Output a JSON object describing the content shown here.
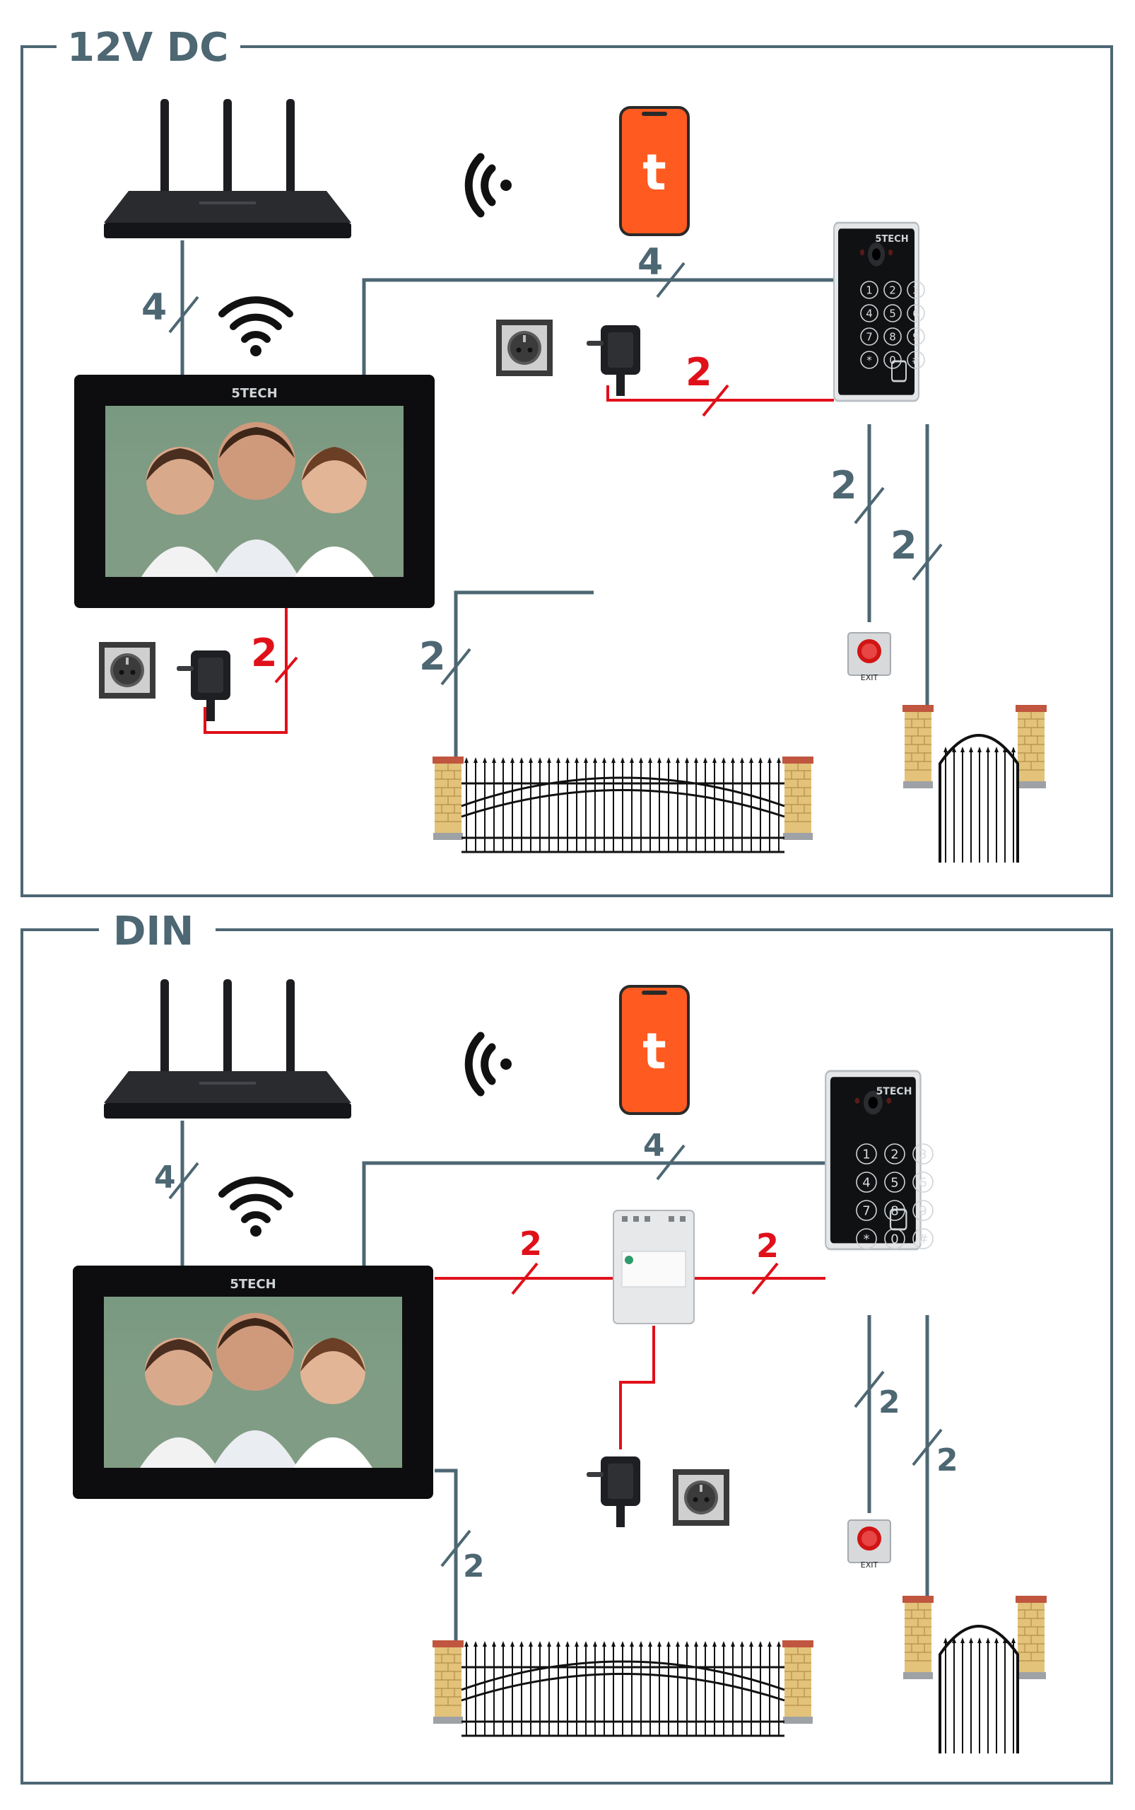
{
  "panels": [
    {
      "title": "12V DC",
      "labels": {
        "router_monitor": "4",
        "monitor_doorstation": "4",
        "adapter_doorstation": "2",
        "monitor_adapter": "2",
        "monitor_gate": "2",
        "doorstation_exit": "2",
        "doorstation_wicket": "2"
      }
    },
    {
      "title": "DIN",
      "labels": {
        "router_monitor": "4",
        "monitor_doorstation": "4",
        "monitor_din": "2",
        "din_doorstation": "2",
        "monitor_gate": "2",
        "doorstation_exit": "2",
        "doorstation_wicket": "2"
      }
    }
  ],
  "devices": {
    "monitor_brand": "5TECH",
    "doorstation_brand": "5TECH",
    "exit_label": "EXIT",
    "keypad_keys": [
      "1",
      "2",
      "3",
      "4",
      "5",
      "6",
      "7",
      "8",
      "9",
      "*",
      "0",
      "#"
    ],
    "app_icon_letter": "t"
  },
  "colors": {
    "frame": "#4d6773",
    "wire_blue": "#4d6773",
    "wire_red": "#e0101a",
    "app_orange": "#ff5a1f"
  }
}
